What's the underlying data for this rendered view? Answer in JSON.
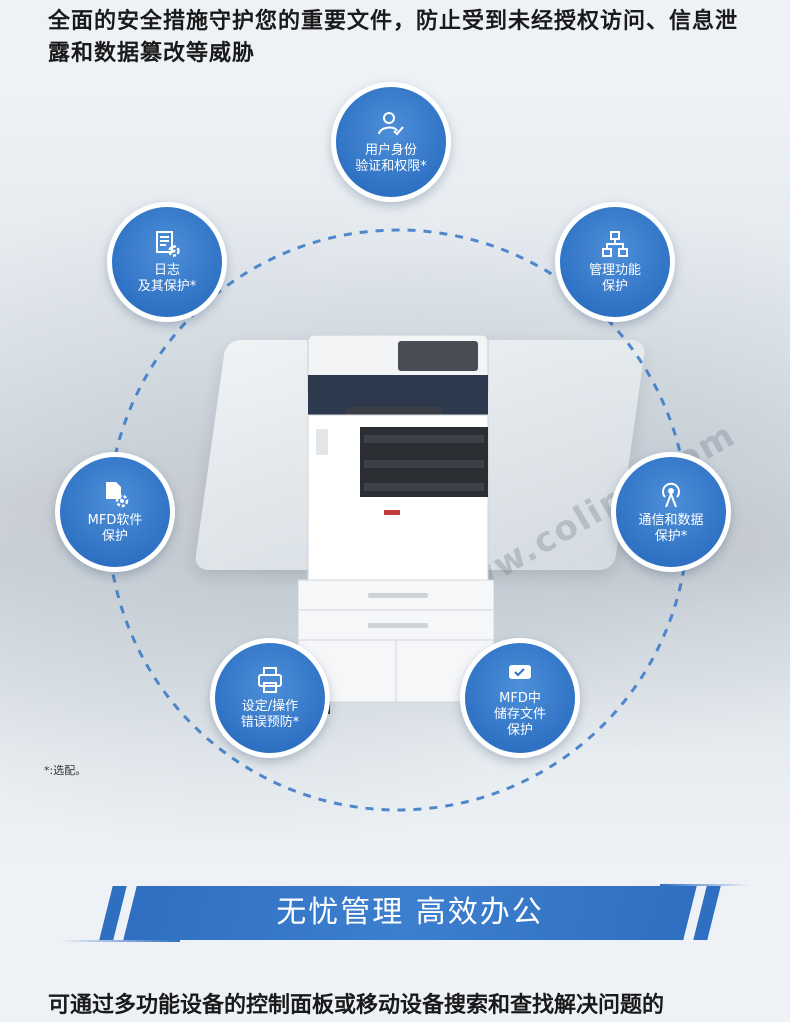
{
  "intro": {
    "text": "全面的安全措施守护您的重要文件，防止受到未经授权访问、信息泄露和数据篡改等威胁"
  },
  "nodes": [
    {
      "label": "用户身份\n验证和权限*",
      "icon": "user-check-icon"
    },
    {
      "label": "管理功能\n保护",
      "icon": "hierarchy-icon"
    },
    {
      "label": "通信和数据\n保护*",
      "icon": "broadcast-icon"
    },
    {
      "label": "MFD中\n储存文件\n保护",
      "icon": "hard-drive-icon"
    },
    {
      "label": "设定/操作\n错误预防*",
      "icon": "printer-icon"
    },
    {
      "label": "MFD软件\n保护",
      "icon": "file-gear-icon"
    },
    {
      "label": "日志\n及其保护*",
      "icon": "log-gear-icon"
    }
  ],
  "watermark": "科力普 www.colipu.com",
  "footnote": "*:选配。",
  "banner": {
    "title": "无忧管理  高效办公"
  },
  "tail": {
    "text": "可通过多功能设备的控制面板或移动设备搜索和查找解决问题的"
  },
  "colors": {
    "accent": "#2f72c4",
    "node_border": "#ffffff",
    "ring": "#3c7cc8",
    "banner": "#2f6fc1"
  }
}
